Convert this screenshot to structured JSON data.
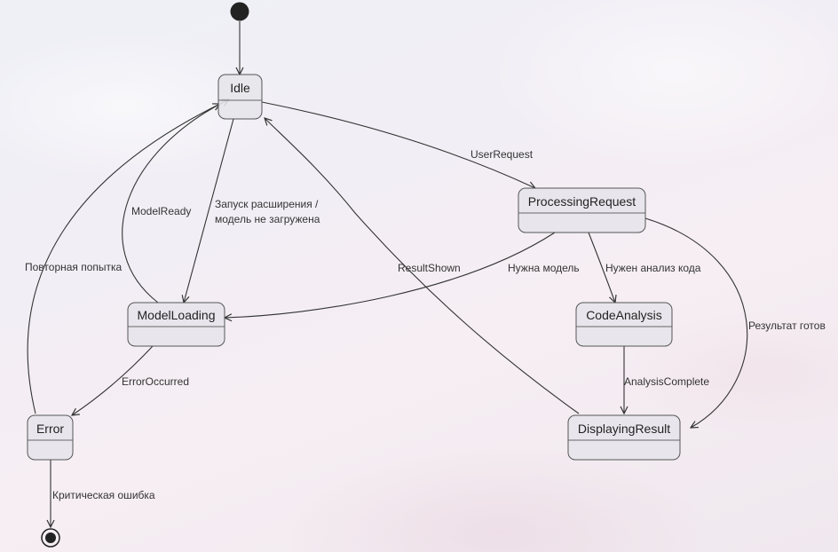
{
  "states": {
    "idle": "Idle",
    "processing_request": "ProcessingRequest",
    "model_loading": "ModelLoading",
    "code_analysis": "CodeAnalysis",
    "error": "Error",
    "displaying_result": "DisplayingResult"
  },
  "transitions": {
    "user_request": "UserRequest",
    "model_ready": "ModelReady",
    "launch_line1": "Запуск расширения /",
    "launch_line2": "модель не загружена",
    "retry": "Повторная попытка",
    "result_shown": "ResultShown",
    "need_model": "Нужна модель",
    "need_code_analysis": "Нужен анализ кода",
    "result_ready": "Результат готов",
    "error_occurred": "ErrorOccurred",
    "analysis_complete": "AnalysisComplete",
    "critical_error": "Критическая ошибка"
  }
}
